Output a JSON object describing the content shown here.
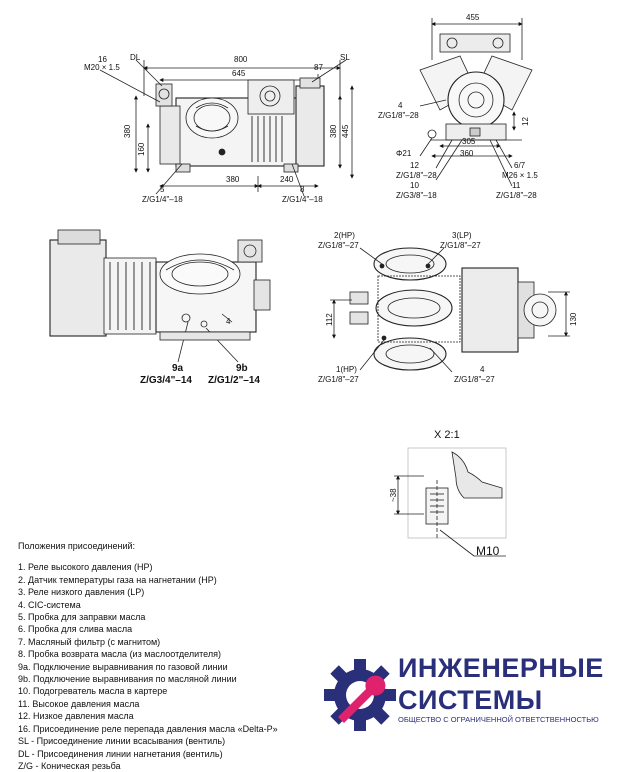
{
  "top_left_view": {
    "dims": {
      "d800": "800",
      "d645": "645",
      "d16": "16",
      "d87": "87",
      "d380v": "380",
      "d445": "445",
      "d160": "160",
      "d380h": "380",
      "d240": "240",
      "thread_m20": "M20 × 1.5"
    },
    "labels": {
      "dl": "DL",
      "sl": "SL",
      "c5_num": "5",
      "c5_code": "Z/G1/4\"–18",
      "c8_num": "8",
      "c8_code": "Z/G1/4\"–18"
    }
  },
  "top_right_view": {
    "dims": {
      "d455": "455",
      "d12": "12",
      "d305": "305",
      "d360": "360",
      "phi21": "Φ21"
    },
    "labels": {
      "c4_num": "4",
      "c4_code": "Z/G1/8\"–28",
      "c12_num": "12",
      "c12_code": "Z/G1/8\"–28",
      "c10_num": "10",
      "c10_code": "Z/G3/8\"–18",
      "c67_num": "6/7",
      "c67_code": "M26 × 1.5",
      "c11_num": "11",
      "c11_code": "Z/G1/8\"–28"
    }
  },
  "middle_left_view": {
    "labels": {
      "c4": "4",
      "c9a_num": "9a",
      "c9a_code": "Z/G3/4\"–14",
      "c9b_num": "9b",
      "c9b_code": "Z/G1/2\"–14"
    }
  },
  "middle_right_view": {
    "dims": {
      "d112": "112",
      "d130": "130"
    },
    "labels": {
      "c2_num": "2(HP)",
      "c2_code": "Z/G1/8\"–27",
      "c3_num": "3(LP)",
      "c3_code": "Z/G1/8\"–27",
      "c1_num": "1(HP)",
      "c1_code": "Z/G1/8\"–27",
      "c4_num": "4",
      "c4_code": "Z/G1/8\"–27"
    }
  },
  "detail": {
    "title": "X 2:1",
    "dim": "~38",
    "bolt": "M10"
  },
  "legend": {
    "title": "Положения присоединений:",
    "items": [
      "1. Реле высокого давления (HP)",
      "2. Датчик температуры газа на нагнетании (HP)",
      "3. Реле низкого давления (LP)",
      "4. CIC-система",
      "5. Пробка для заправки масла",
      "6. Пробка для слива масла",
      "7. Масляный фильтр (с магнитом)",
      "8. Пробка возврата масла (из маслоотделителя)",
      "9a. Подключение выравнивания по газовой линии",
      "9b. Подключение выравнивания по масляной линии",
      "10. Подогреватель масла в картере",
      "11. Высокое давления масла",
      "12. Низкое давления масла",
      "16. Присоединение реле перепада давления масла «Delta-P»",
      "SL - Присоединение линии всасывания (вентиль)",
      "DL - Присоединения линии нагнетания (вентиль)",
      "Z/G - Коническая резьба"
    ]
  },
  "logo": {
    "line1": "ИНЖЕНЕРНЫЕ",
    "line2": "СИСТЕМЫ",
    "line3": "ОБЩЕСТВО С ОГРАНИЧЕННОЙ ОТВЕТСТВЕННОСТЬЮ",
    "primary_color": "#2a2f7a",
    "accent_color": "#e0226e",
    "icon": "gear-wrench-icon"
  }
}
